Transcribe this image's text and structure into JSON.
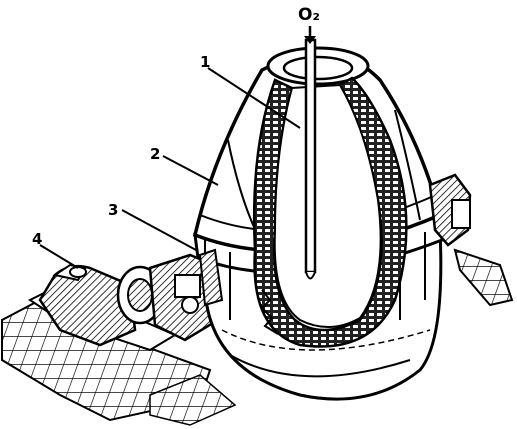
{
  "labels": {
    "oxygen": "O₂",
    "part_1": "1",
    "part_2": "2",
    "part_3": "3",
    "part_4": "4"
  },
  "colors": {
    "ink": "#000000",
    "paper": "#ffffff",
    "refractory_fill": "#3a3a3a"
  }
}
